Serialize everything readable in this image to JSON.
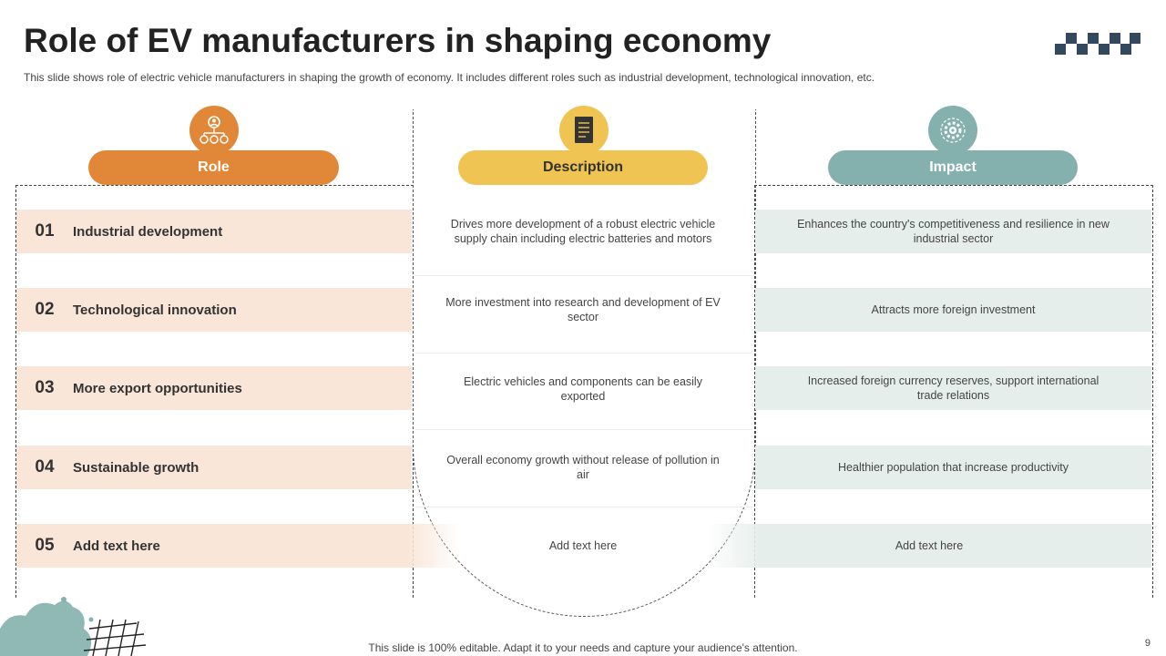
{
  "header": {
    "title": "Role of EV manufacturers in shaping economy",
    "subtitle": "This slide shows role of electric vehicle manufacturers in shaping the growth of economy. It includes different roles such as industrial development, technological innovation, etc."
  },
  "columns": {
    "role": {
      "label": "Role",
      "color": "#e08838",
      "icon": "network-icon"
    },
    "description": {
      "label": "Description",
      "color": "#efc453",
      "icon": "document-icon"
    },
    "impact": {
      "label": "Impact",
      "color": "#84b1ad",
      "icon": "gear-icon"
    }
  },
  "rows": [
    {
      "num": "01",
      "role": "Industrial development",
      "description": "Drives more development of a robust electric vehicle supply chain including electric batteries and motors",
      "impact": "Enhances the country's competitiveness and resilience in new industrial sector"
    },
    {
      "num": "02",
      "role": "Technological innovation",
      "description": "More investment into research and development of EV sector",
      "impact": "Attracts more foreign investment"
    },
    {
      "num": "03",
      "role": "More export opportunities",
      "description": "Electric vehicles and components can be easily exported",
      "impact": "Increased foreign currency reserves, support international trade relations"
    },
    {
      "num": "04",
      "role": "Sustainable growth",
      "description": "Overall economy growth without release of pollution in air",
      "impact": "Healthier population that increase productivity"
    },
    {
      "num": "05",
      "role": "Add text here",
      "description": "Add text here",
      "impact": "Add text here"
    }
  ],
  "footer": {
    "text": "This slide is 100% editable. Adapt it to your needs and capture your audience's attention.",
    "page": "9"
  }
}
